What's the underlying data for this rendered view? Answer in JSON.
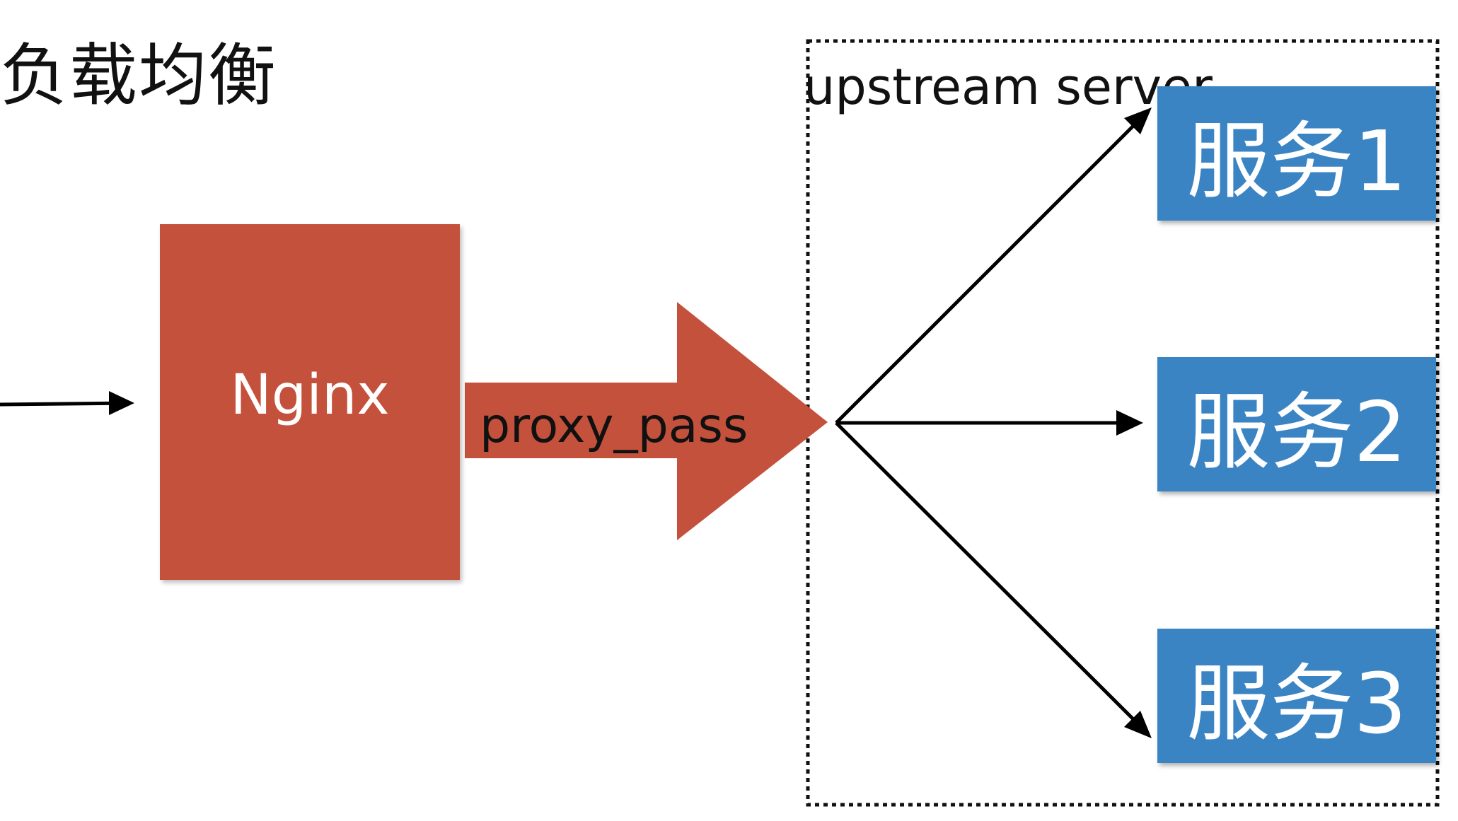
{
  "diagram": {
    "title": "负载均衡",
    "group_label": "upstream server",
    "proxy": {
      "label": "Nginx"
    },
    "connector_label": "proxy_pass",
    "services": [
      {
        "label": "服务1"
      },
      {
        "label": "服务2"
      },
      {
        "label": "服务3"
      }
    ],
    "colors": {
      "proxy_fill": "#c4513b",
      "service_fill": "#3a84c4",
      "arrow": "#000000",
      "group_border": "#111111"
    }
  }
}
